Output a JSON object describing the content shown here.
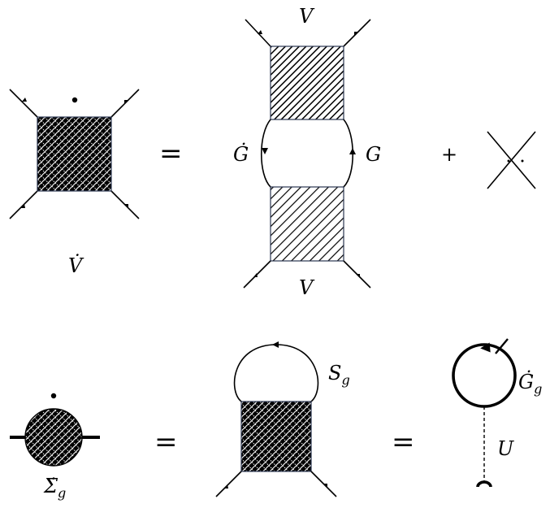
{
  "labels": {
    "v_dot": "V̇",
    "g_dot": "Ġ",
    "g": "G",
    "v_top": "V",
    "v_bottom": "V",
    "sigma_dot": "Σ̇",
    "sigma_sub": "g",
    "s": "S",
    "s_sub": "g",
    "g_dot_g": "Ġ",
    "g_dot_g_sub": "g",
    "u": "U"
  },
  "operators": {
    "equals": "=",
    "plus": "+"
  }
}
